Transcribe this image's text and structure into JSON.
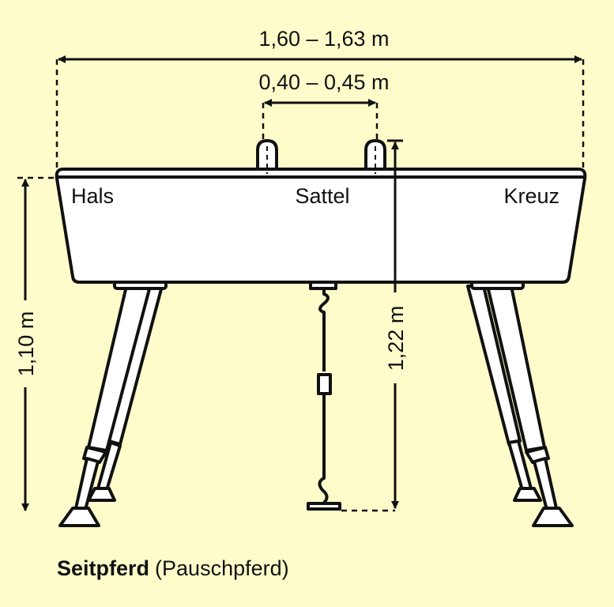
{
  "dimensions": {
    "length": "1,60 – 1,63 m",
    "pommel_spacing": "0,40 – 0,45 m",
    "body_height": "1,10 m",
    "pommel_height": "1,22 m"
  },
  "parts": {
    "neck": "Hals",
    "saddle": "Sattel",
    "croup": "Kreuz"
  },
  "caption": {
    "title": "Seitpferd",
    "subtitle": "(Pauschpferd)"
  },
  "colors": {
    "background": "#fefccb",
    "ink": "#111111",
    "fill": "#ffffff"
  }
}
